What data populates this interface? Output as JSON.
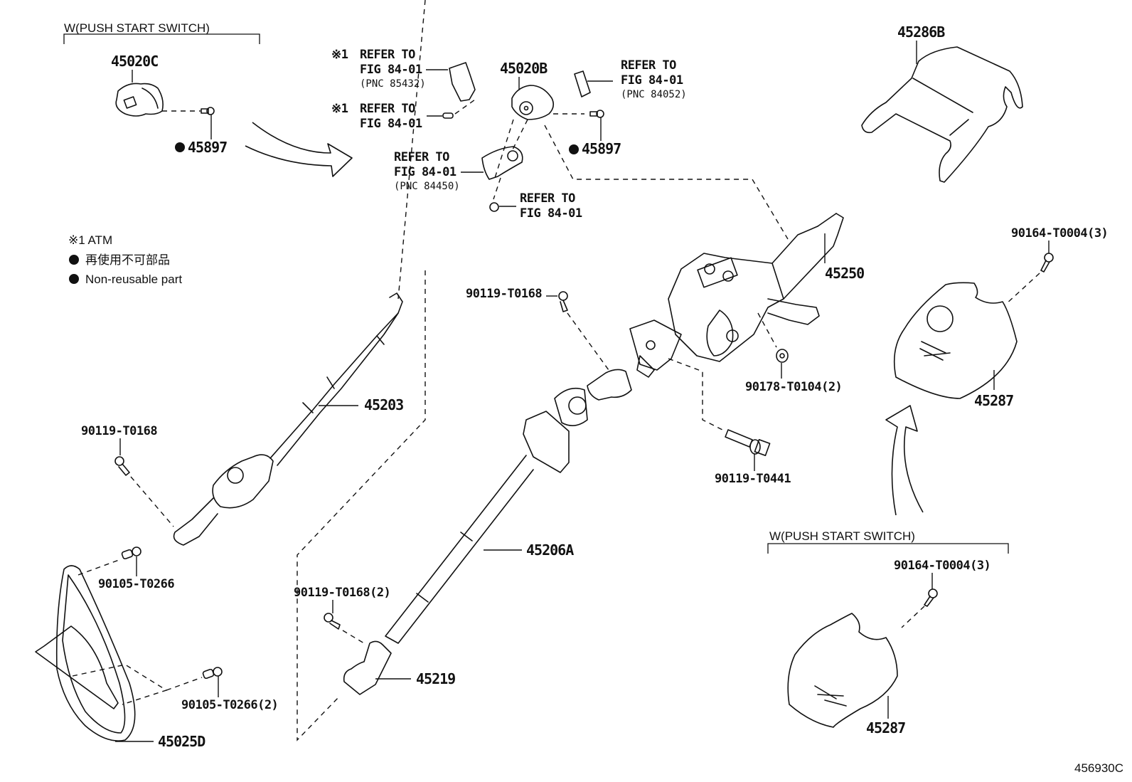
{
  "diagram": {
    "figure_code": "456930C",
    "groups": {
      "top_left": {
        "label": "W(PUSH START SWITCH)"
      },
      "bottom_right": {
        "label": "W(PUSH START SWITCH)"
      }
    },
    "legend": {
      "note": "※1 ATM",
      "items": [
        {
          "bullet": "●",
          "text": "再使用不可部品"
        },
        {
          "bullet": "●",
          "text": "Non-reusable part"
        }
      ]
    },
    "callouts": {
      "p45020C": "45020C",
      "p45897_left": "45897",
      "p45020B": "45020B",
      "p45897_center": "45897",
      "p45286B": "45286B",
      "p45250": "45250",
      "p45203": "45203",
      "p45206A": "45206A",
      "p45219": "45219",
      "p45025D": "45025D",
      "p45287_upper": "45287",
      "p45287_lower": "45287",
      "b90164_upper": "90164-T0004(3)",
      "b90164_lower": "90164-T0004(3)",
      "b90119_center": "90119-T0168",
      "b90119_left": "90119-T0168",
      "b90119_x2": "90119-T0168(2)",
      "b90119_t0441": "90119-T0441",
      "n90178": "90178-T0104(2)",
      "b90105": "90105-T0266",
      "b90105_x2": "90105-T0266(2)"
    },
    "references": {
      "ref1": {
        "mark": "※1",
        "line1": "REFER TO",
        "line2": "FIG 84-01",
        "pnc": "(PNC 85432)"
      },
      "ref2": {
        "mark": "※1",
        "line1": "REFER TO",
        "line2": "FIG 84-01"
      },
      "ref3": {
        "line1": "REFER TO",
        "line2": "FIG 84-01",
        "pnc": "(PNC 84052)"
      },
      "ref4": {
        "line1": "REFER TO",
        "line2": "FIG 84-01",
        "pnc": "(PNC 84450)"
      },
      "ref5": {
        "line1": "REFER TO",
        "line2": "FIG 84-01"
      }
    }
  }
}
